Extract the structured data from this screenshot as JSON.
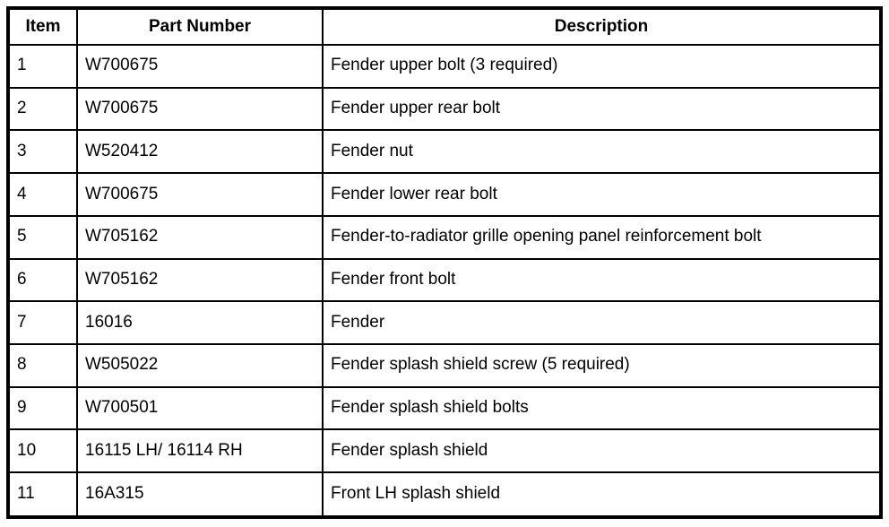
{
  "table": {
    "headers": {
      "item": "Item",
      "part_number": "Part Number",
      "description": "Description"
    },
    "rows": [
      {
        "item": "1",
        "part_number": "W700675",
        "description": "Fender upper bolt (3 required)"
      },
      {
        "item": "2",
        "part_number": "W700675",
        "description": "Fender upper rear bolt"
      },
      {
        "item": "3",
        "part_number": "W520412",
        "description": "Fender nut"
      },
      {
        "item": "4",
        "part_number": "W700675",
        "description": "Fender lower rear bolt"
      },
      {
        "item": "5",
        "part_number": "W705162",
        "description": "Fender-to-radiator grille opening panel reinforcement bolt"
      },
      {
        "item": "6",
        "part_number": "W705162",
        "description": "Fender front bolt"
      },
      {
        "item": "7",
        "part_number": "16016",
        "description": "Fender"
      },
      {
        "item": "8",
        "part_number": "W505022",
        "description": "Fender splash shield screw (5 required)"
      },
      {
        "item": "9",
        "part_number": "W700501",
        "description": "Fender splash shield bolts"
      },
      {
        "item": "10",
        "part_number": "16115 LH/ 16114 RH",
        "description": "Fender splash shield"
      },
      {
        "item": "11",
        "part_number": "16A315",
        "description": "Front LH splash shield"
      }
    ],
    "colors": {
      "border": "#000000",
      "text": "#000000",
      "background": "#ffffff"
    }
  }
}
